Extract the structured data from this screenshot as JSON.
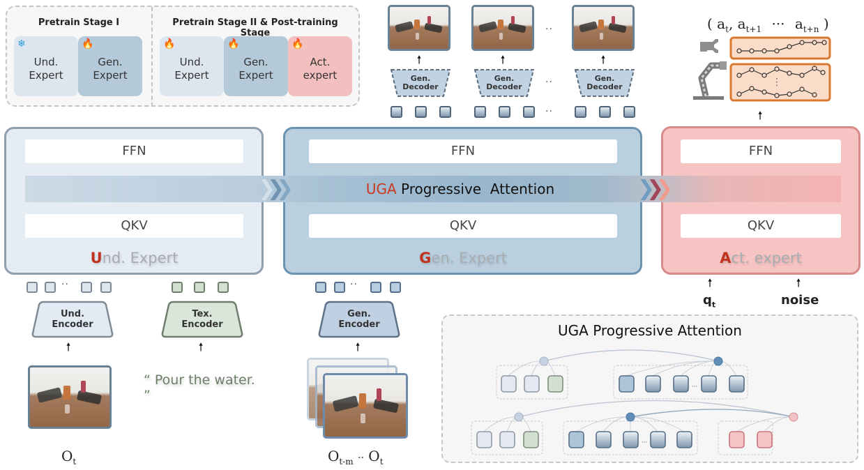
{
  "stages": {
    "stage1": {
      "title": "Pretrain Stage I",
      "experts": [
        {
          "label_line1": "Und.",
          "label_line2": "Expert",
          "state_icon": "snowflake-icon",
          "state": "frozen"
        },
        {
          "label_line1": "Gen.",
          "label_line2": "Expert",
          "state_icon": "fire-icon",
          "state": "trainable"
        }
      ]
    },
    "stage2": {
      "title": "Pretrain Stage II & Post-training Stage",
      "experts": [
        {
          "label_line1": "Und.",
          "label_line2": "Expert",
          "state_icon": "fire-icon",
          "state": "trainable"
        },
        {
          "label_line1": "Gen.",
          "label_line2": "Expert",
          "state_icon": "fire-icon",
          "state": "trainable"
        },
        {
          "label_line1": "Act.",
          "label_line2": "expert",
          "state_icon": "fire-icon",
          "state": "trainable"
        }
      ]
    },
    "icons": {
      "snowflake": "❄",
      "fire": "🔥"
    }
  },
  "decoders": {
    "label_line1": "Gen.",
    "label_line2": "Decoder",
    "ellipsis": "··"
  },
  "action_output": {
    "sequence_label": {
      "open": "(",
      "a": "a",
      "sub_t": "t",
      "sep": ",",
      "sub_t1": "t+1",
      "dots": "···",
      "sub_tn": "t+n",
      "close": ")"
    },
    "rows": [
      "gripper-trajectory",
      "arm-joint-trajectories"
    ],
    "vertical_dots": "⋮"
  },
  "experts": {
    "und": {
      "ffn": "FFN",
      "qkv": "QKV",
      "cap": "U",
      "rest": "nd. Expert"
    },
    "gen": {
      "ffn": "FFN",
      "qkv": "QKV",
      "cap": "G",
      "rest": "en. Expert"
    },
    "act": {
      "ffn": "FFN",
      "qkv": "QKV",
      "cap": "A",
      "rest": "ct. expert"
    }
  },
  "attention_band": {
    "prefix": "UGA",
    "title": " Progressive  Attention"
  },
  "inputs": {
    "und_encoder": {
      "line1": "Und.",
      "line2": "Encoder",
      "obs": "O",
      "obs_sub": "t",
      "token_dots": "··"
    },
    "tex_encoder": {
      "line1": "Tex.",
      "line2": "Encoder",
      "instruction": "“ Pour the water. ”"
    },
    "gen_encoder": {
      "line1": "Gen.",
      "line2": "Encoder",
      "obs_start": "O",
      "obs_start_sub": "t-m",
      "obs_dots": "··",
      "obs_end": "O",
      "obs_end_sub": "t",
      "token_dots": "··"
    },
    "act_inputs": {
      "q": "q",
      "q_sub": "t",
      "noise": "noise"
    }
  },
  "attention_figure": {
    "title": "UGA Progressive Attention",
    "ellipsis": "···",
    "colors": {
      "und": "#e3e8f1",
      "tex": "#d3e0d1",
      "gen": "#aec4d9",
      "act": "#f2c4c6",
      "node_und": "#c6d2e2",
      "node_gen": "#5f8fb8",
      "node_act": "#f2c2c6"
    }
  },
  "colors": {
    "accent_red": "#c0341f",
    "und_block": "#e5ecf4",
    "gen_block": "#bad0df",
    "act_block": "#f6c4c3",
    "trajectory_border": "#d9782f"
  }
}
